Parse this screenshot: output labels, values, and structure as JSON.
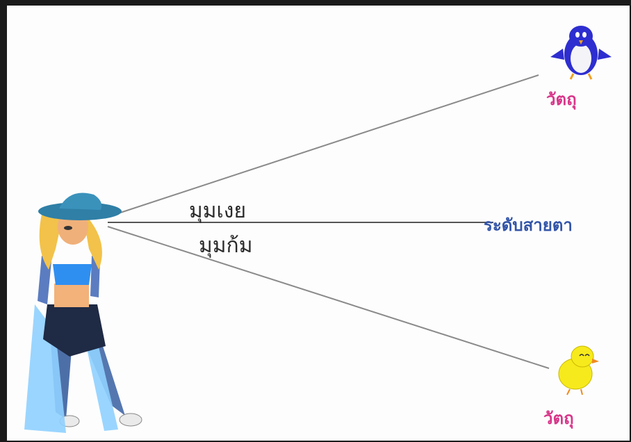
{
  "labels": {
    "elevation_angle": "มุมเงย",
    "depression_angle": "มุมก้ม",
    "line_of_sight": "ระดับสายตา",
    "object_top": "วัตถุ",
    "object_bottom": "วัตถุ"
  },
  "colors": {
    "line": "#8a8a8a",
    "sight_line": "#555555",
    "sight_label": "#3355a8",
    "object_label": "#d8368a",
    "angle_label": "#2a2a2a"
  },
  "icons": {
    "observer": "observer-girl-icon",
    "object_top": "penguin-icon",
    "object_bottom": "chick-icon"
  }
}
